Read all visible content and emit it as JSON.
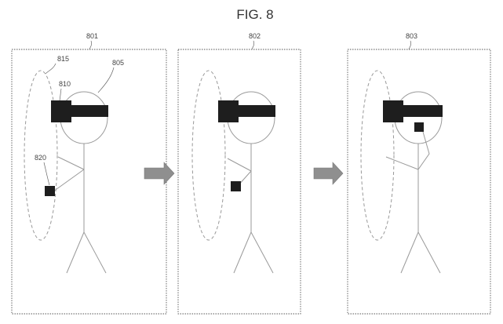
{
  "figure": {
    "title": "FIG. 8",
    "panels": [
      {
        "ref_label": "801",
        "callouts": {
          "hand_area": "815",
          "hmd_camera": "810",
          "head": "805",
          "hand_device": "820"
        }
      },
      {
        "ref_label": "802"
      },
      {
        "ref_label": "803"
      }
    ]
  },
  "colors": {
    "dark_fill": "#1e1e1e",
    "line_gray": "#9a9a9a",
    "arrow_gray": "#8f8f8f"
  }
}
